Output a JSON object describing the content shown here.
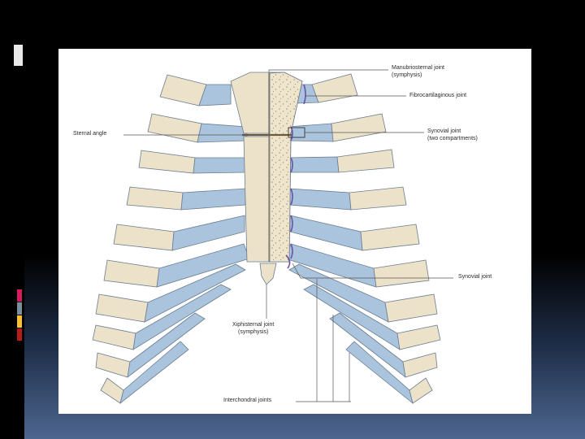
{
  "slide": {
    "accent_colors": [
      "#d81b60",
      "#78909c",
      "#fbc02d",
      "#b71c1c"
    ]
  },
  "figure": {
    "labels": {
      "manubriosternal_line1": "Manubriosternal joint",
      "manubriosternal_line2": "(symphysis)",
      "fibrocartilaginous": "Fibrocartilaginous joint",
      "sternal_angle": "Sternal angle",
      "synovial_two_line1": "Synovial joint",
      "synovial_two_line2": "(two compartments)",
      "synovial": "Synovial joint",
      "xiphisternal_line1": "Xiphisternal joint",
      "xiphisternal_line2": "(symphysis)",
      "interchondral": "Interchondral joints"
    },
    "colors": {
      "bone": "#ece2ca",
      "cartilage": "#a9c4dc",
      "outline": "#6b7c8f",
      "leader": "#555555"
    }
  }
}
